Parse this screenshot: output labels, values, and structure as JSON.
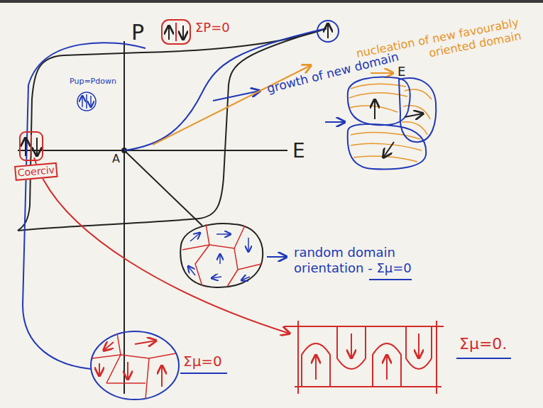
{
  "diagram": {
    "labels": [
      "P",
      "ΣP=0",
      "growth of new domain",
      "nucleation of new favourably oriented domain",
      "Pup=Pdown",
      "A",
      "E",
      "Coerciv",
      "E",
      "random domain orientation - Σμ=0",
      "Σμ=0",
      "Σμ=0."
    ]
  }
}
